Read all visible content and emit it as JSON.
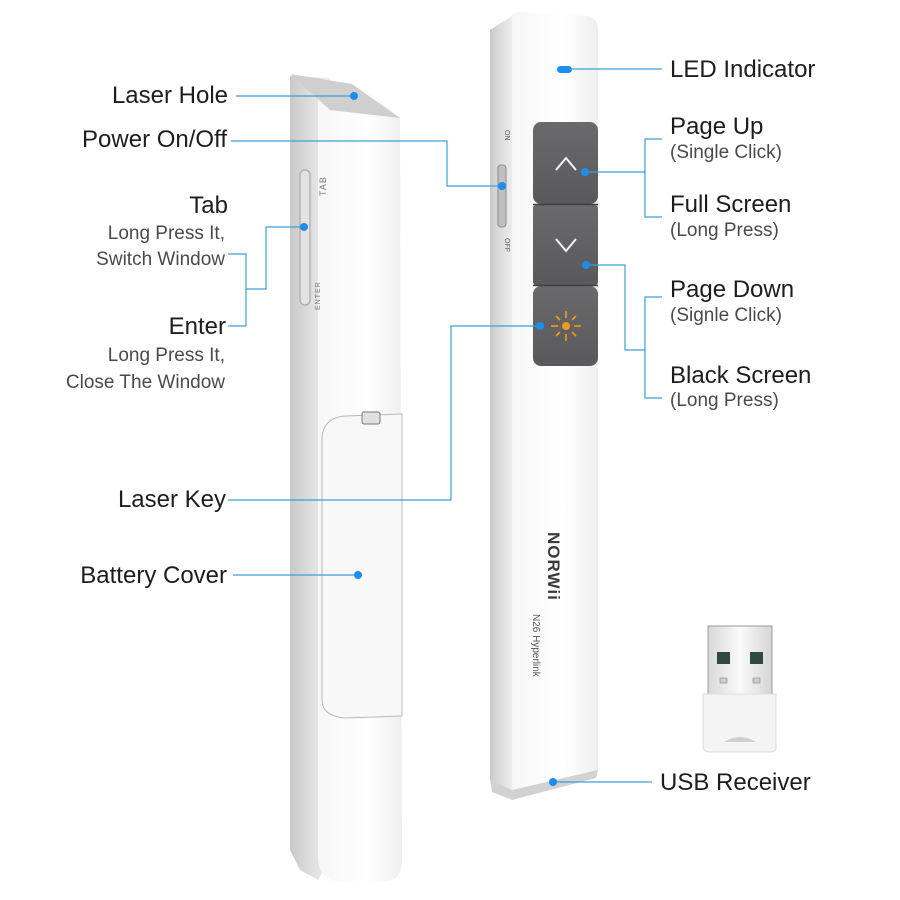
{
  "diagram": {
    "subject": "Wireless presenter remote with USB receiver",
    "brand": "NORWii",
    "model": "N26 Hyperlink",
    "side_markings": {
      "tab": "TAB",
      "enter": "ENTER",
      "on": "ON",
      "off": "OFF"
    },
    "button_icons": [
      "chevron-up-icon",
      "chevron-down-icon",
      "laser-sun-icon"
    ],
    "colors": {
      "callout_line": "#3d9fd6",
      "callout_dot": "#1a8ff0",
      "led": "#1a8ff0",
      "button_face": "#5f5f61",
      "laser_icon": "#f29a1c",
      "body": "#f2f2f2"
    }
  },
  "labels": {
    "laser_hole": "Laser Hole",
    "power": "Power On/Off",
    "tab": "Tab",
    "tab_desc_1": "Long Press It,",
    "tab_desc_2": "Switch Window",
    "enter": "Enter",
    "enter_desc_1": "Long Press It,",
    "enter_desc_2": "Close The Window",
    "laser_key": "Laser Key",
    "battery_cover": "Battery Cover",
    "led": "LED Indicator",
    "page_up": "Page Up",
    "page_up_desc": "(Single Click)",
    "full_screen": "Full Screen",
    "full_screen_desc": "(Long Press)",
    "page_down": "Page Down",
    "page_down_desc": "(Signle Click)",
    "black_screen": "Black Screen",
    "black_screen_desc": "(Long Press)",
    "usb_receiver": "USB Receiver"
  }
}
